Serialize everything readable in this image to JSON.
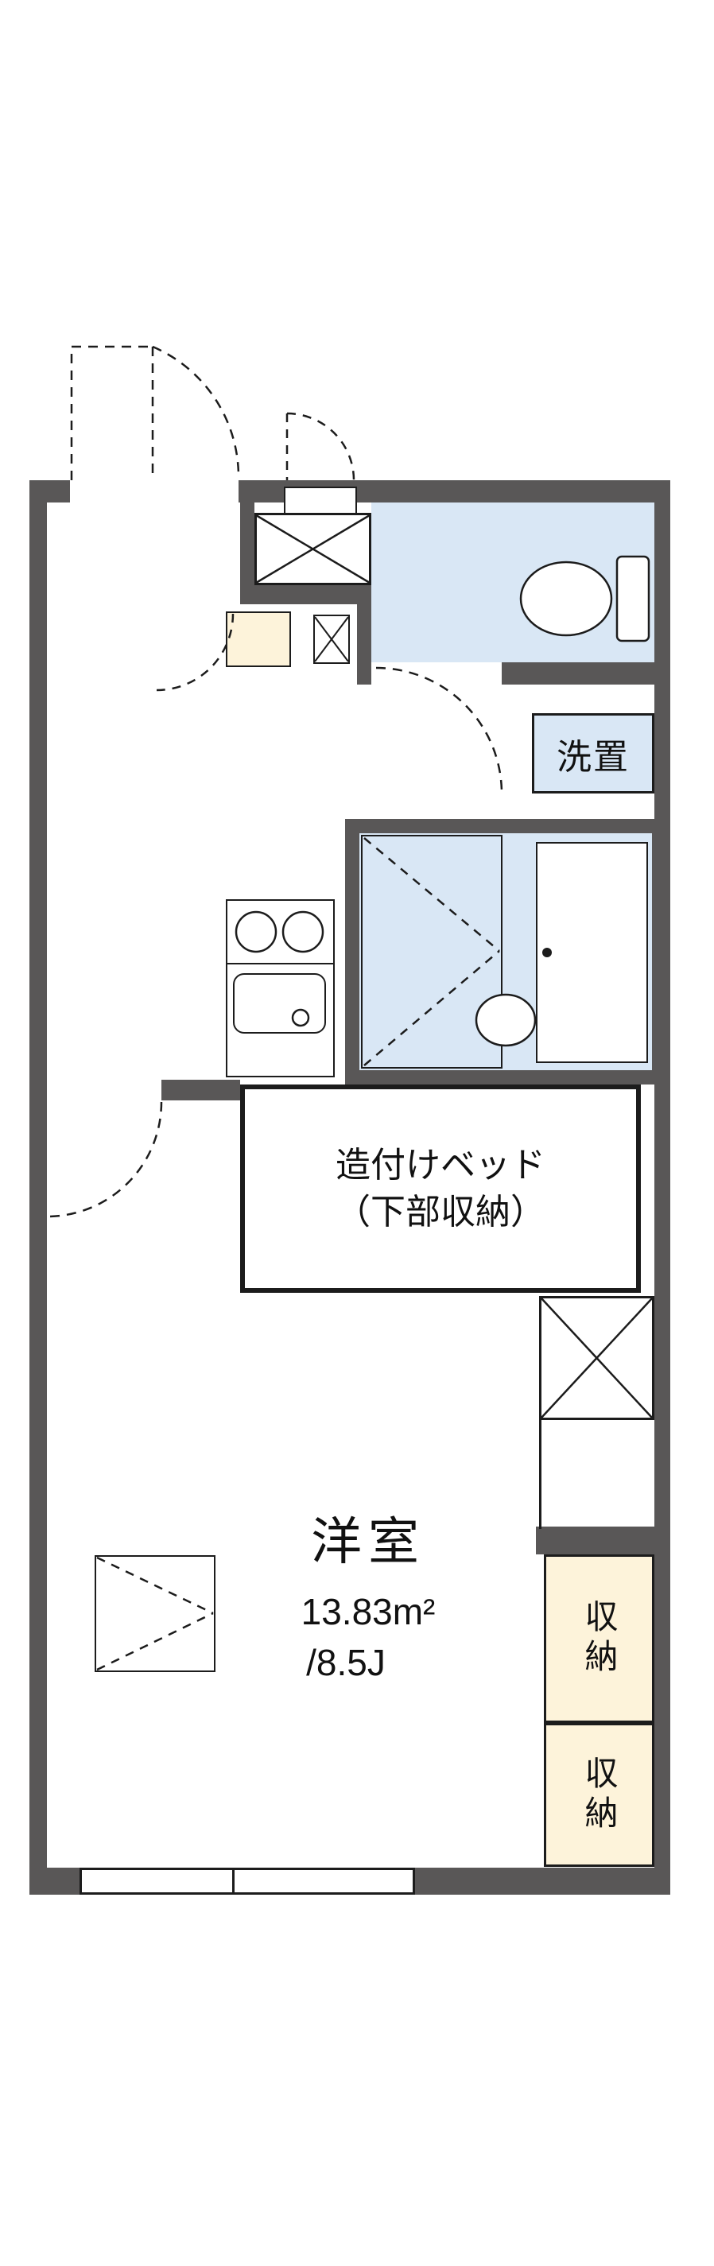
{
  "floorplan": {
    "type": "japanese-apartment-floorplan",
    "colors": {
      "wall": "#595757",
      "wet_area": "#d9e7f5",
      "storage_fill": "#fdf3da",
      "line": "#1c1c1c",
      "background": "#ffffff"
    },
    "rooms": {
      "washer": {
        "label": "洗置"
      },
      "bed": {
        "label_line1": "造付けベッド",
        "label_line2": "（下部収納）"
      },
      "main_room": {
        "name": "洋室",
        "area_m2": "13.83m²",
        "area_tatami": "/8.5J"
      },
      "closet_upper": {
        "label": "収納"
      },
      "closet_lower": {
        "label": "収納"
      }
    },
    "icons": {
      "toilet": "toilet-icon",
      "bathtub": "bathtub-icon",
      "stove": "stove-burners-icon",
      "sink": "kitchen-sink-icon",
      "door_swing": "door-swing-arc"
    }
  }
}
